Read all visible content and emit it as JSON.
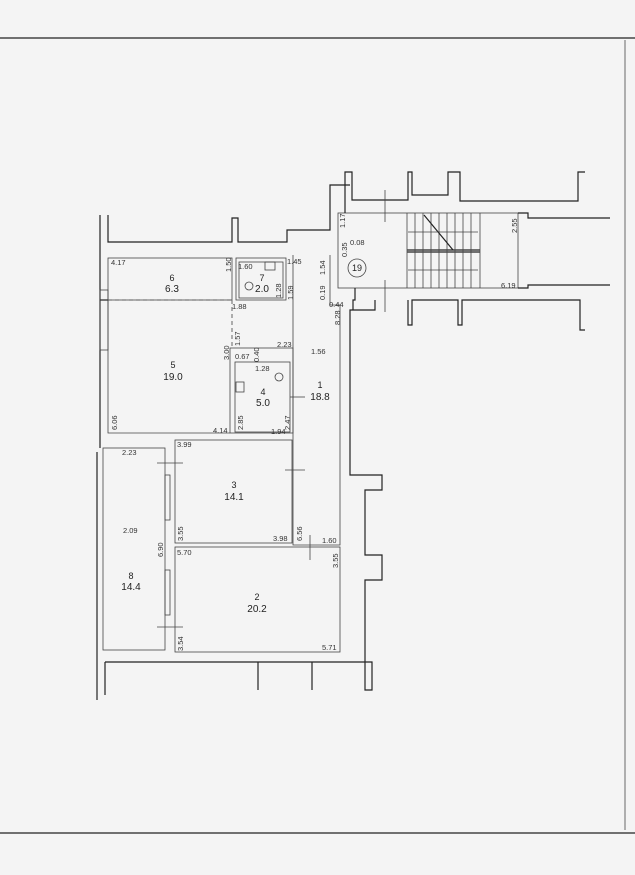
{
  "rooms": [
    {
      "number": "1",
      "area": "18.8"
    },
    {
      "number": "2",
      "area": "20.2"
    },
    {
      "number": "3",
      "area": "14.1"
    },
    {
      "number": "4",
      "area": "5.0"
    },
    {
      "number": "5",
      "area": "19.0"
    },
    {
      "number": "6",
      "area": "6.3"
    },
    {
      "number": "7",
      "area": "2.0"
    },
    {
      "number": "8",
      "area": "14.4"
    }
  ],
  "stair_marker": "19",
  "dims": {
    "r6_w": "4.17",
    "r6_h": "1.50",
    "r7_w": "1.60",
    "r7_a": "1.28",
    "r7_b": "1.59",
    "c_145": "1.45",
    "c_154": "1.54",
    "c_019": "0.19",
    "c_044": "0.44",
    "c_828": "8.28",
    "c_188": "1.88",
    "c_157": "1.57",
    "r4_300": "3.00",
    "r4_223": "2.23",
    "r4_067": "0.67",
    "r4_040": "0.40",
    "r4_128": "1.28",
    "c_156": "1.56",
    "r4_285": "2.85",
    "r4_247": "2.47",
    "r4_194": "1.94",
    "r5_414": "4.14",
    "r5_606": "6.06",
    "r3_399": "3.99",
    "r3_355": "3.55",
    "r3_398": "3.98",
    "c_656": "6.56",
    "c_160": "1.60",
    "r2_570": "5.70",
    "r2_355": "3.55",
    "r2_354": "3.54",
    "r2_571": "5.71",
    "r8_223": "2.23",
    "r8_209": "2.09",
    "r8_690": "6.90",
    "s_117": "1.17",
    "s_008": "0.08",
    "s_035": "0.35",
    "s_255": "2.55",
    "s_619": "6.19"
  }
}
